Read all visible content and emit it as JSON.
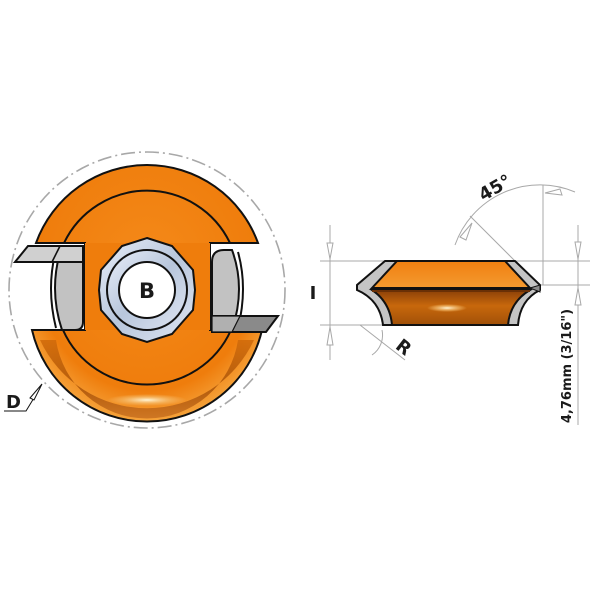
{
  "diagram": {
    "subject": "router cutter with two carbide knives and bearing nut",
    "front_view": {
      "bore_label": "B",
      "diameter_label": "D"
    },
    "profile_view": {
      "height_label": "I",
      "radius_label": "R",
      "angle_label": "45°",
      "offset_dimension_label": "4,76mm (3/16\")"
    },
    "colors": {
      "body_orange": "#f07d0a",
      "body_dark": "#b85a0a",
      "carbide_grey": "#c4c4c4",
      "nut_blue": "#c8d4e6",
      "dim_line": "#a0a0a0",
      "outline": "#111111"
    }
  }
}
